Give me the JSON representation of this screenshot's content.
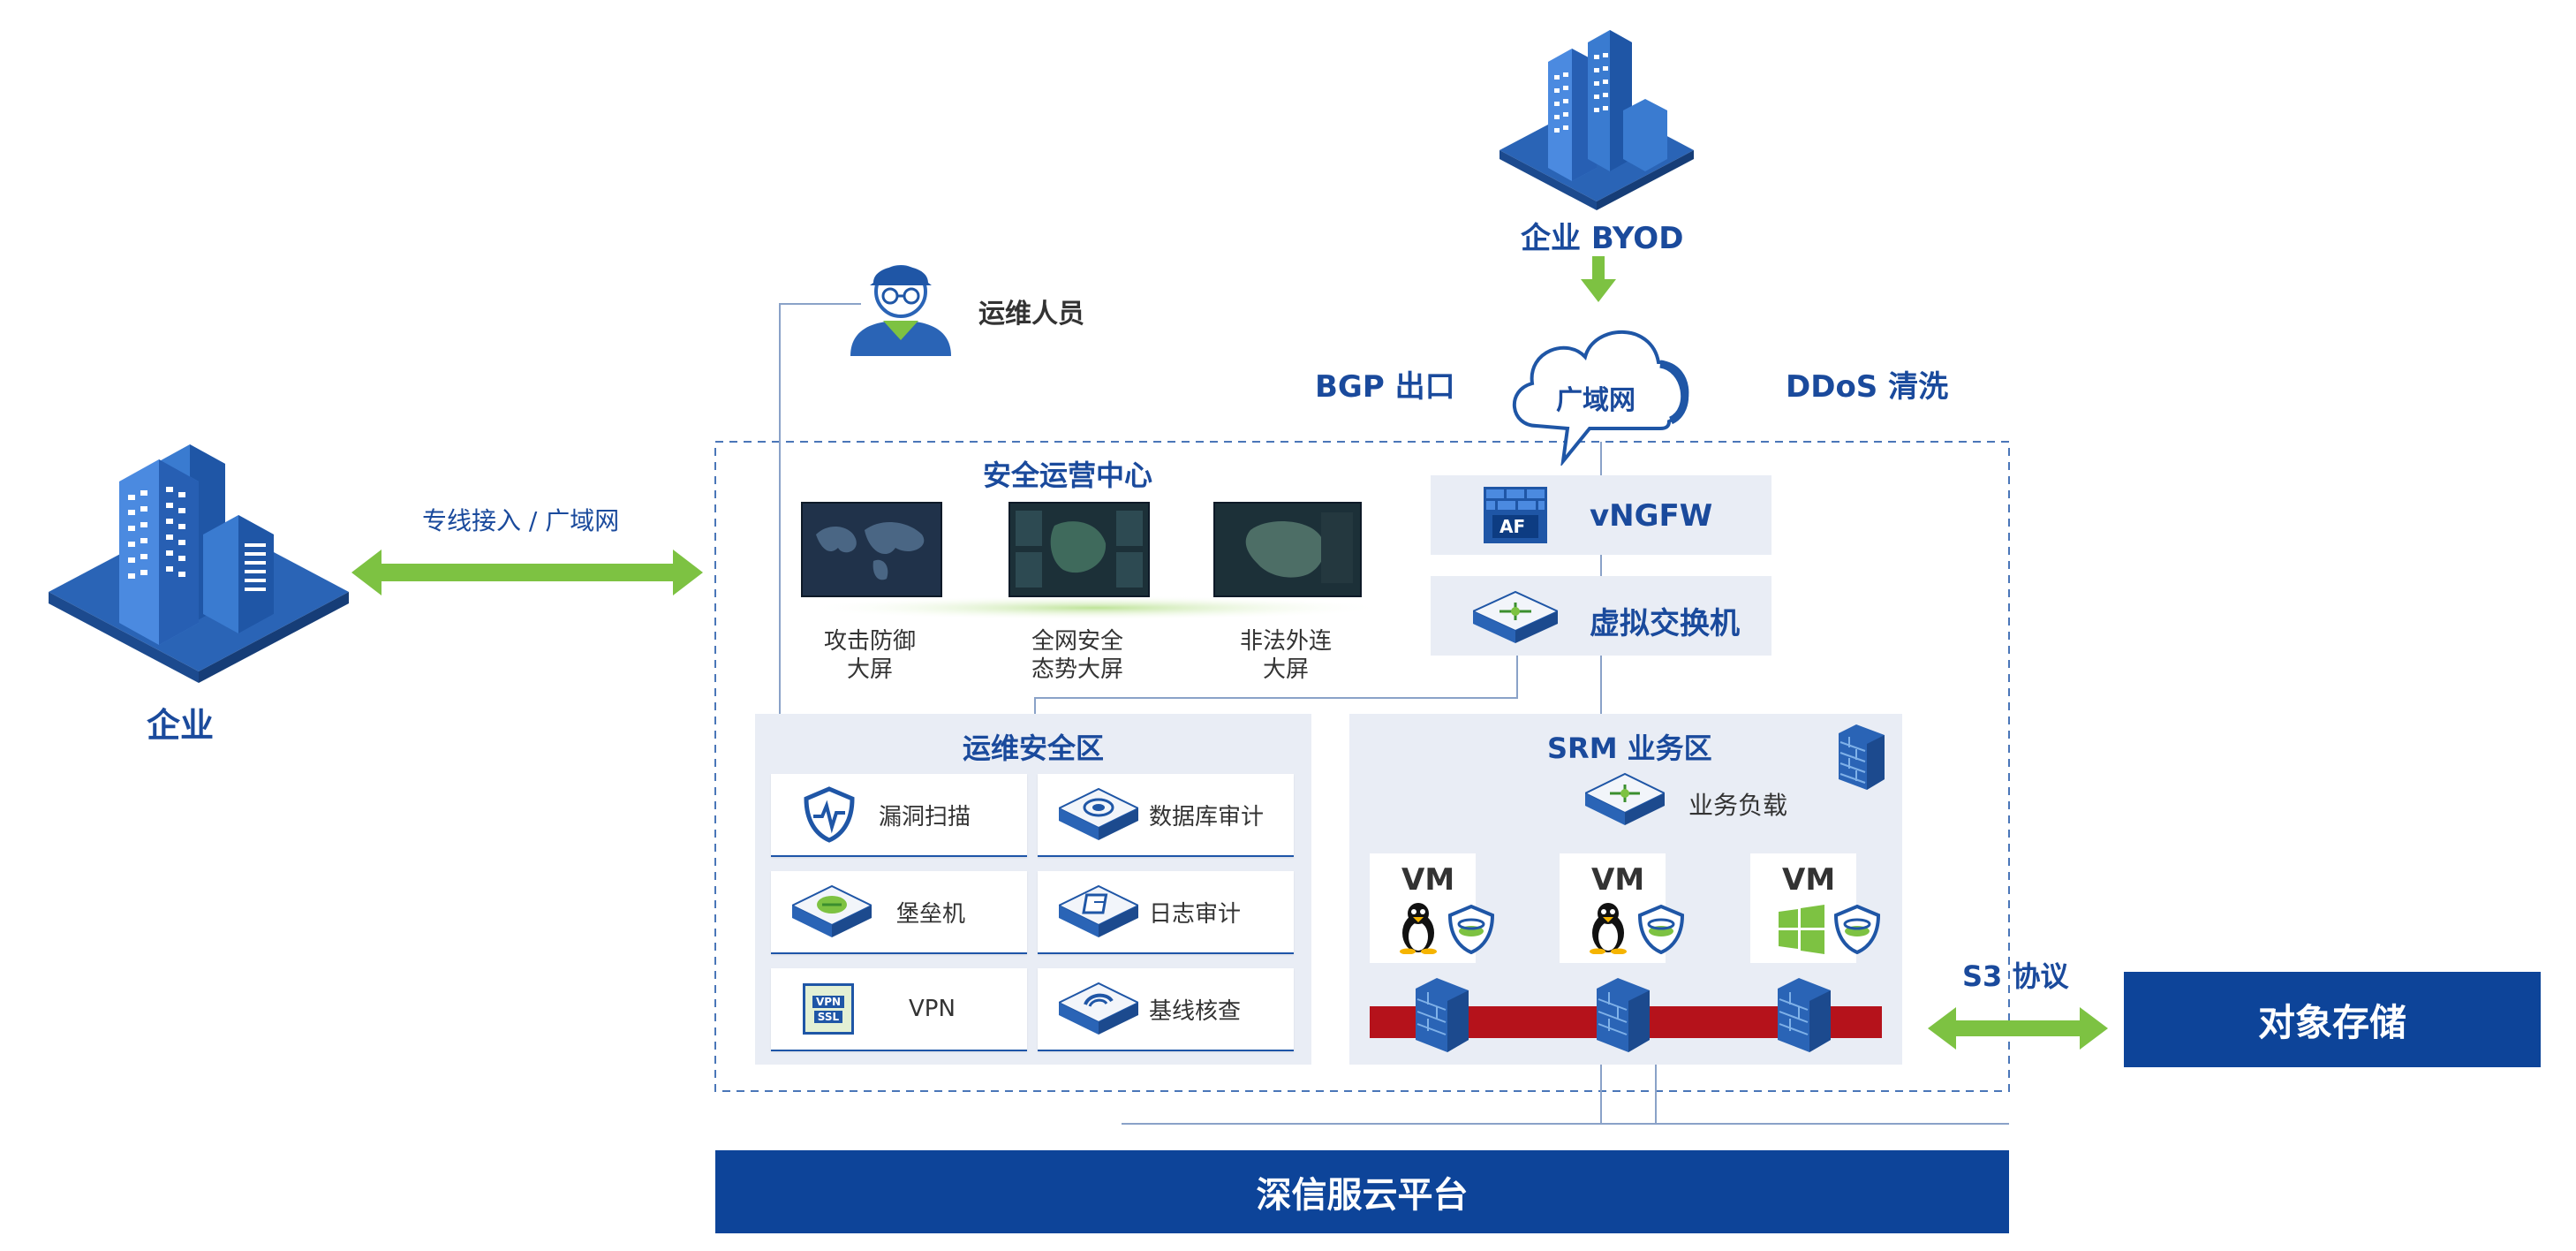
{
  "enterprise": {
    "label": "企业"
  },
  "byod": {
    "label": "企业 BYOD"
  },
  "ops_person": {
    "label": "运维人员"
  },
  "dedicated_line": {
    "label": "专线接入 / 广域网"
  },
  "wan": {
    "label": "广域网",
    "bgp": "BGP 出口",
    "ddos": "DDoS 清洗"
  },
  "soc": {
    "title": "安全运营中心",
    "screens": [
      {
        "label": "攻击防御\n大屏"
      },
      {
        "label": "全网安全\n态势大屏"
      },
      {
        "label": "非法外连\n大屏"
      }
    ]
  },
  "vngfw": {
    "badge": "AF",
    "label": "vNGFW"
  },
  "vswitch": {
    "label": "虚拟交换机"
  },
  "ops_zone": {
    "title": "运维安全区",
    "items": [
      {
        "label": "漏洞扫描",
        "icon": "vulnerability-scan-icon"
      },
      {
        "label": "数据库审计",
        "icon": "database-audit-icon"
      },
      {
        "label": "堡垒机",
        "icon": "bastion-host-icon"
      },
      {
        "label": "日志审计",
        "icon": "log-audit-icon"
      },
      {
        "label": "VPN",
        "icon": "vpn-ssl-icon",
        "badge_top": "VPN",
        "badge_bottom": "SSL"
      },
      {
        "label": "基线核查",
        "icon": "baseline-check-icon"
      }
    ]
  },
  "srm_zone": {
    "title": "SRM 业务区",
    "load_balancer": "业务负载",
    "vms": [
      {
        "label": "VM",
        "os": "linux"
      },
      {
        "label": "VM",
        "os": "linux"
      },
      {
        "label": "VM",
        "os": "windows"
      }
    ]
  },
  "s3": {
    "label": "S3 协议"
  },
  "object_storage": {
    "label": "对象存储"
  },
  "platform": {
    "label": "深信服云平台"
  },
  "colors": {
    "primary": "#0d4499",
    "accent_green": "#7dc242",
    "zone_bg": "#e9edf5",
    "firewall_red": "#b5121b"
  }
}
